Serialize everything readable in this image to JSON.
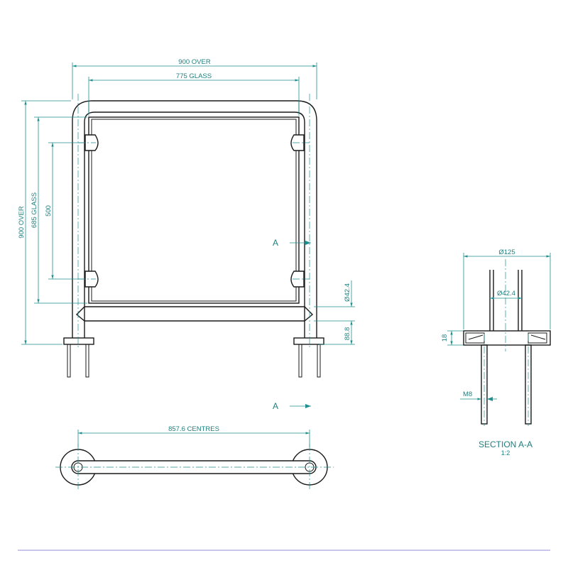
{
  "dimensions": {
    "overall_width": "900 OVER",
    "glass_width": "775 GLASS",
    "overall_height": "900 OVER",
    "glass_height": "685 GLASS",
    "clamp_spacing": "500",
    "tube_diameter": "Ø42.4",
    "rail_height": "88.8",
    "centres": "857.6 CENTRES",
    "base_diameter": "Ø125",
    "post_diameter": "Ø42.4",
    "base_thickness": "18",
    "bolt": "M8"
  },
  "section": {
    "marker": "A",
    "marker_lower": "A",
    "title": "SECTION A-A",
    "scale": "1:2"
  },
  "colors": {
    "line": "#1a1a1a",
    "dimension": "#1f8f8f",
    "frame": "#a8a4e0"
  }
}
